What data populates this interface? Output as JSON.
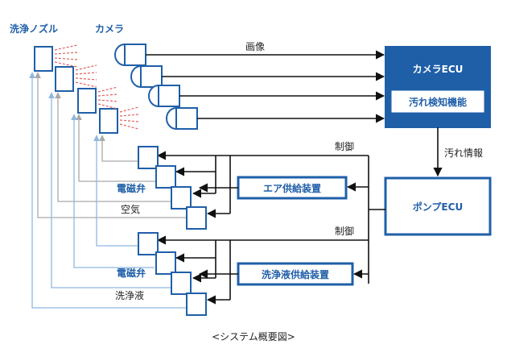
{
  "labels": {
    "washer_nozzle": "洗浄ノズル",
    "camera": "カメラ",
    "image": "画像",
    "camera_ecu": "カメラECU",
    "dirt_detection": "汚れ検知機能",
    "dirt_info": "汚れ情報",
    "pump_ecu": "ポンプECU",
    "control_upper": "制御",
    "control_lower": "制御",
    "air_supply": "エア供給装置",
    "washer_supply": "洗浄液供給装置",
    "solenoid_upper": "電磁弁",
    "solenoid_lower": "電磁弁",
    "air": "空気",
    "washer_fluid": "洗浄液",
    "caption": "<システム概要図>"
  },
  "colors": {
    "accent": "#1f5fa8",
    "ecu_fill": "#1f5fa8",
    "line": "#111111",
    "air_line": "#a9a9a9",
    "fluid_line": "#8fb8e0",
    "spray": "#e06060"
  }
}
